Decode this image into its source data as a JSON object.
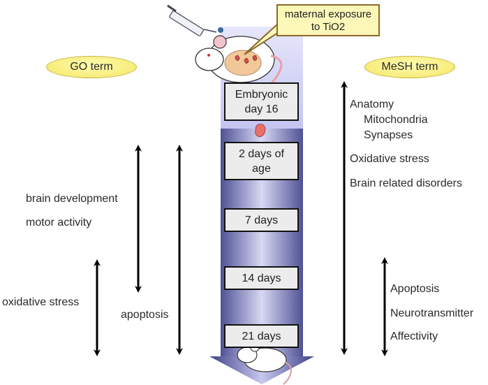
{
  "callout": {
    "line1": "maternal exposure",
    "line2": "to TiO2"
  },
  "headers": {
    "go_term": "GO term",
    "mesh_term": "MeSH term"
  },
  "timeline": {
    "stages": [
      {
        "line1": "Embryonic",
        "line2": "day 16"
      },
      {
        "line1": "2 days of",
        "line2": "age"
      },
      {
        "line1": "7 days"
      },
      {
        "line1": "14 days"
      },
      {
        "line1": "21 days"
      }
    ]
  },
  "go_terms": {
    "brain_development": "brain development",
    "motor_activity": "motor activity",
    "oxidative_stress": "oxidative stress",
    "apoptosis": "apoptosis"
  },
  "mesh_terms": {
    "anatomy": "Anatomy",
    "mitochondria": "Mitochondria",
    "synapses": "Synapses",
    "oxidative_stress": "Oxidative stress",
    "brain_disorders": "Brain related disorders",
    "apoptosis": "Apoptosis",
    "neurotransmitter": "Neurotransmitter",
    "affectivity": "Affectivity"
  },
  "colors": {
    "arrow_dark": "#5a5c9c",
    "arrow_light": "#d4d4f4",
    "ellipse_fill": "#f7ec7a",
    "callout_fill": "#fdf7b8"
  }
}
